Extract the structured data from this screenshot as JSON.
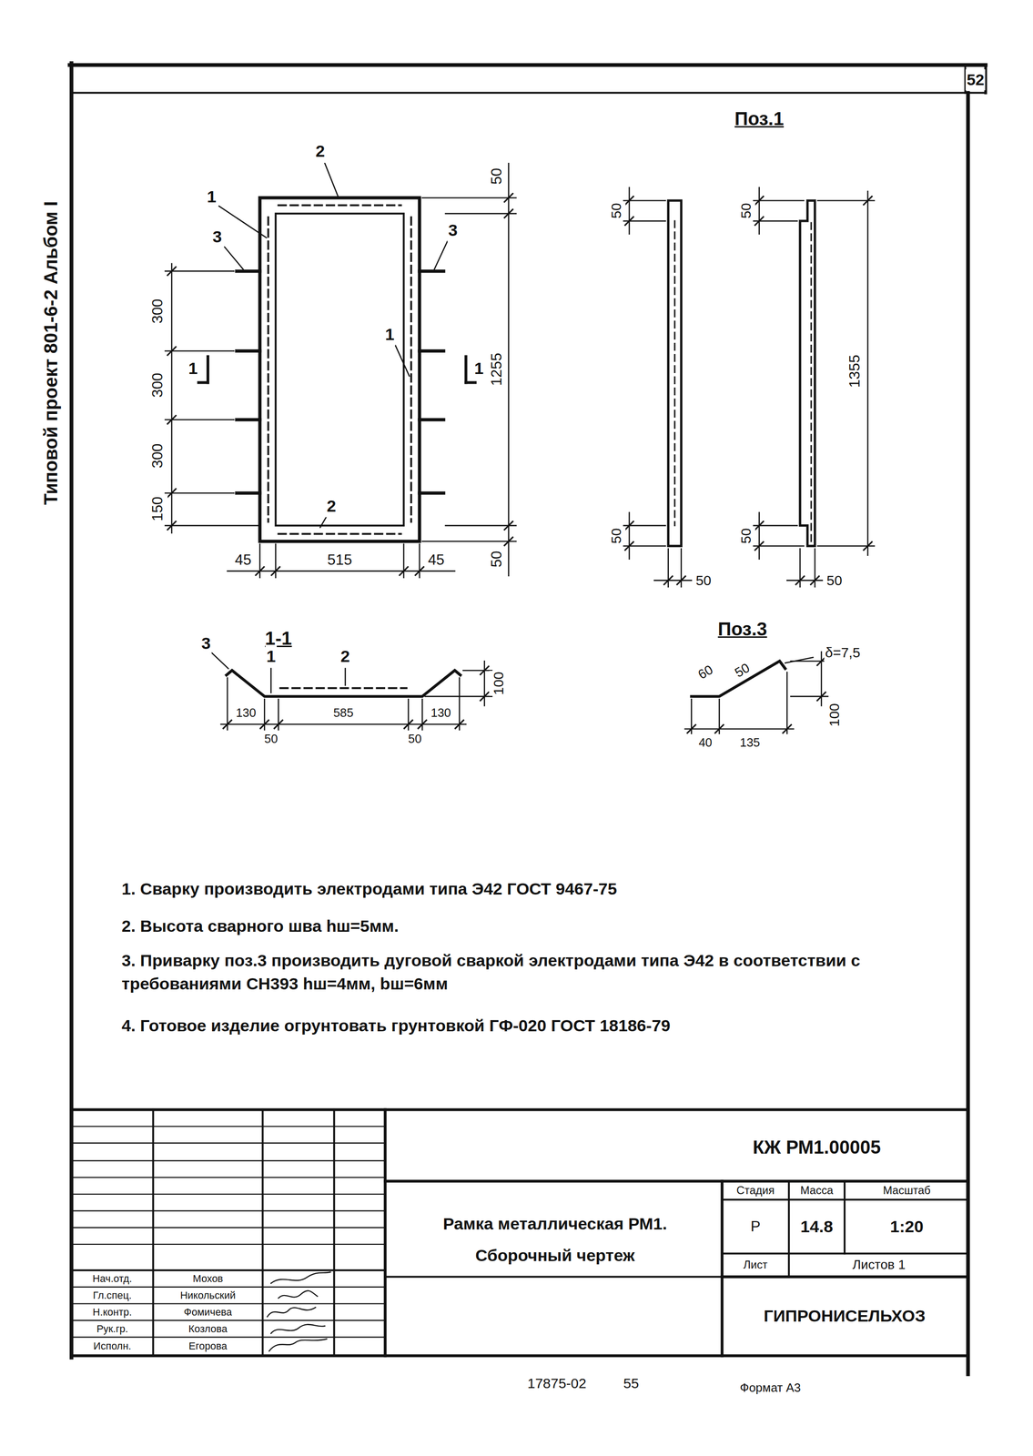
{
  "diagram": {
    "labels": [
      "Типовой проект 801-6-2 Альбом I",
      "52",
      "2",
      "1",
      "3",
      "3",
      "1",
      "2",
      "1",
      "1",
      "300",
      "300",
      "300",
      "150",
      "50",
      "1255",
      "50",
      "45",
      "515",
      "45",
      "Поз.1",
      "50",
      "50",
      "50",
      "50",
      "1355",
      "50",
      "50",
      "1-1",
      "3",
      "1",
      "2",
      "100",
      "130",
      "50",
      "585",
      "50",
      "130",
      "Поз.3",
      "60",
      "50",
      "δ=7,5",
      "100",
      "40",
      "135",
      "1. Сварку производить электродами типа Э42 ГОСТ 9467-75",
      "2. Высота сварного шва hш=5мм.",
      "3. Приварку поз.3 производить дуговой сваркой электродами типа Э42 в соответствии с требованиями СН393 hш=4мм, bш=6мм",
      "4. Готовое изделие огрунтовать грунтовкой ГФ-020 ГОСТ 18186-79",
      "КЖ РМ1.00005",
      "Рамка металлическая РМ1.",
      "Сборочный чертеж",
      "Стадия",
      "Масса",
      "Масштаб",
      "Р",
      "14.8",
      "1:20",
      "Лист",
      "Листов 1",
      "ГИПРОНИСЕЛЬХОЗ",
      "Нач.отд.",
      "Мохов",
      "Гл.спец.",
      "Никольский",
      "Н.контр.",
      "Фомичева",
      "Рук.гр.",
      "Козлова",
      "Исполн.",
      "Егорова",
      "17875-02",
      "55",
      "Формат А3"
    ]
  }
}
